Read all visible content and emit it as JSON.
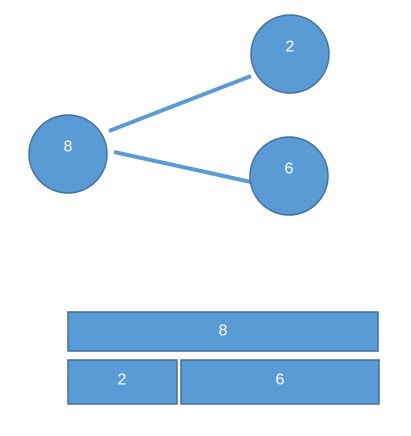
{
  "colors": {
    "fill": "#5b9bd5",
    "stroke": "#41719c",
    "line": "#5b9bd5",
    "text": "#ffffff"
  },
  "tree": {
    "root": {
      "label": "8"
    },
    "children": [
      {
        "label": "2"
      },
      {
        "label": "6"
      }
    ]
  },
  "bar_model": {
    "whole": {
      "label": "8"
    },
    "parts": [
      {
        "label": "2"
      },
      {
        "label": "6"
      }
    ]
  }
}
